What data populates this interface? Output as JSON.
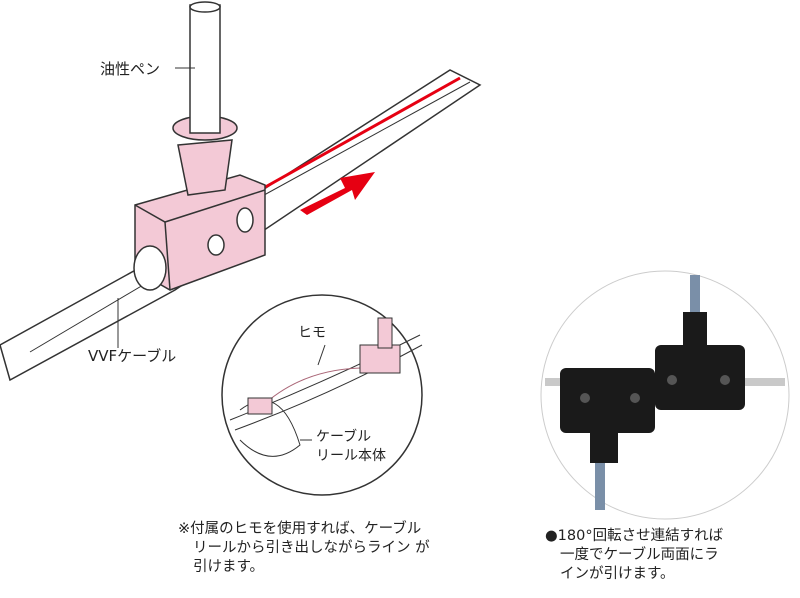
{
  "labels": {
    "pen": "油性ペン",
    "cable": "VVFケーブル",
    "string": "ヒモ",
    "reel_line1": "ケーブル",
    "reel_line2": "リール本体"
  },
  "notes": {
    "left": [
      "※付属のヒモを使用すれば、ケーブル",
      "リールから引き出しながらライン が",
      "引けます。"
    ],
    "right": [
      "●180°回転させ連結すれば",
      "一度でケーブル両面にラ",
      "インが引けます。"
    ]
  },
  "colors": {
    "tool_pink": "#f3c9d6",
    "arrow_red": "#e60012",
    "photo_dark": "#1a1a1a"
  }
}
